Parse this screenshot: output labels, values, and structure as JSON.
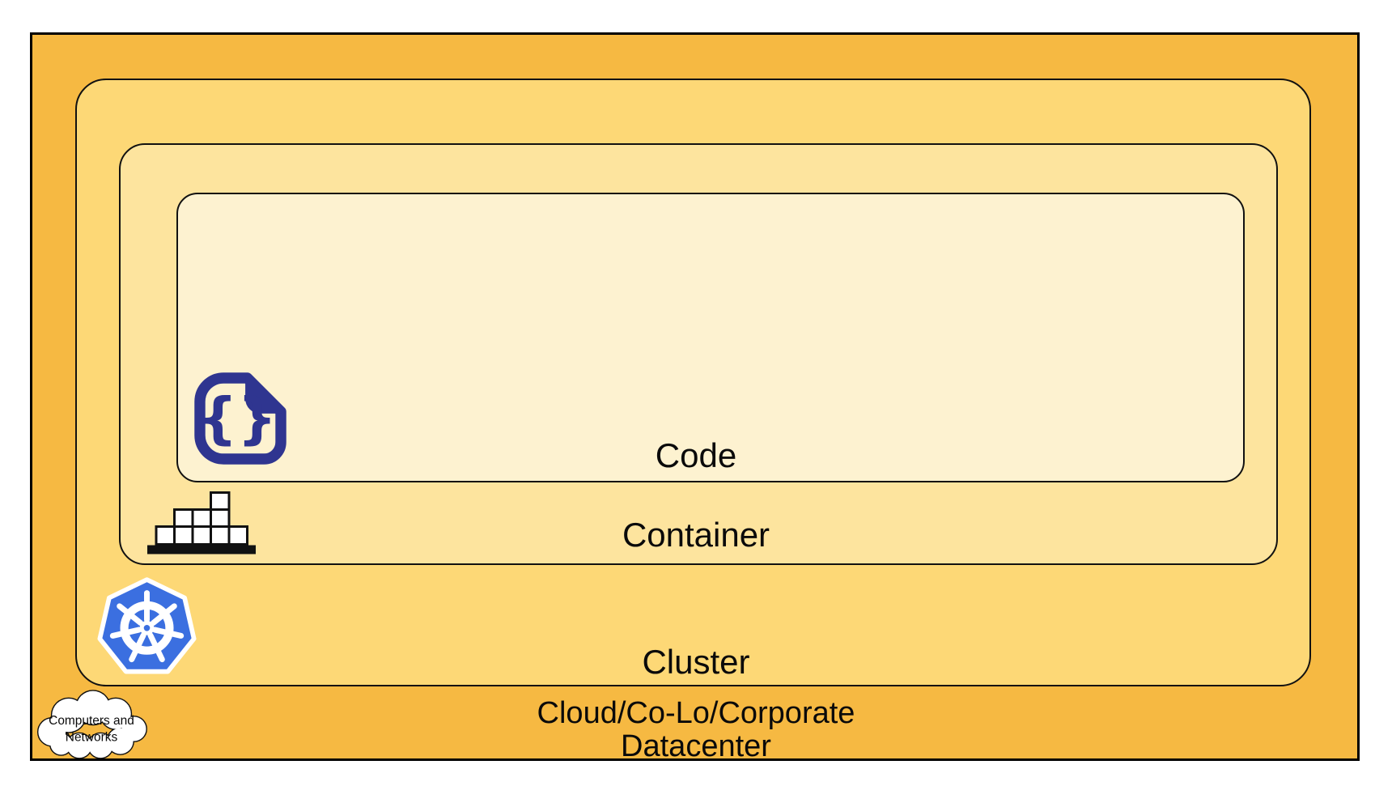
{
  "diagram": {
    "type": "nested-layers",
    "layers": [
      {
        "id": "code",
        "label": "Code",
        "fill": "#FDF2D0",
        "icon": "code-file-icon"
      },
      {
        "id": "container",
        "label": "Container",
        "fill": "#FDE49E",
        "icon": "container-stack-icon"
      },
      {
        "id": "cluster",
        "label": "Cluster",
        "fill": "#FDD876",
        "icon": "kubernetes-icon"
      },
      {
        "id": "datacenter",
        "label_line1": "Cloud/Co-Lo/Corporate",
        "label_line2": "Datacenter",
        "fill": "#F6B942",
        "icon": "cloud-icon"
      }
    ],
    "cloud_label": {
      "line1": "Computers and",
      "line2": "Networks"
    },
    "code_glyph": "{}"
  },
  "colors": {
    "datacenter_fill": "#F6B942",
    "cluster_fill": "#FDD876",
    "container_fill": "#FDE49E",
    "code_fill": "#FDF2D0",
    "outline": "#111111",
    "code_icon_navy": "#2F3590",
    "kubernetes_blue": "#3B6FE0",
    "label_text": "#0a0a0a"
  }
}
